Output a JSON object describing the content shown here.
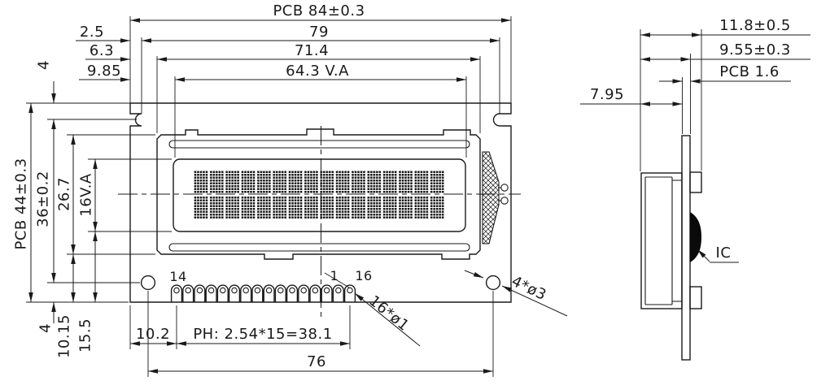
{
  "front": {
    "top_dims": {
      "pcb_width": "PCB 84±0.3",
      "mount_span": "79",
      "bezel_width": "71.4",
      "va_width": "64.3 V.A",
      "edge_to_slot": "2.5",
      "edge_to_bezel": "6.3",
      "edge_to_va": "9.85",
      "pcb_top_to_slot": "4"
    },
    "left_dims": {
      "pcb_height": "PCB 44±0.3",
      "mount_span": "36±0.2",
      "bezel_height": "26.7",
      "va_height": "16V.A"
    },
    "bottom_dims": {
      "hole_to_edge": "4",
      "bezel_to_edge": "10.15",
      "va_to_edge": "15.5",
      "edge_to_pin1": "10.2",
      "pin_pitch": "PH: 2.54*15=38.1",
      "mount_span": "76"
    },
    "pins": {
      "first_label": "14",
      "one_label": "1",
      "last_label": "16",
      "count": 16
    },
    "callouts": {
      "pin_holes": "16*ø1",
      "mount_holes": "4*ø3"
    }
  },
  "side": {
    "dims": {
      "overall_depth": "11.8±0.5",
      "module_depth": "9.55±0.3",
      "pcb_thickness": "PCB 1.6",
      "front_to_pcb": "7.95"
    },
    "callouts": {
      "ic": "IC"
    }
  }
}
